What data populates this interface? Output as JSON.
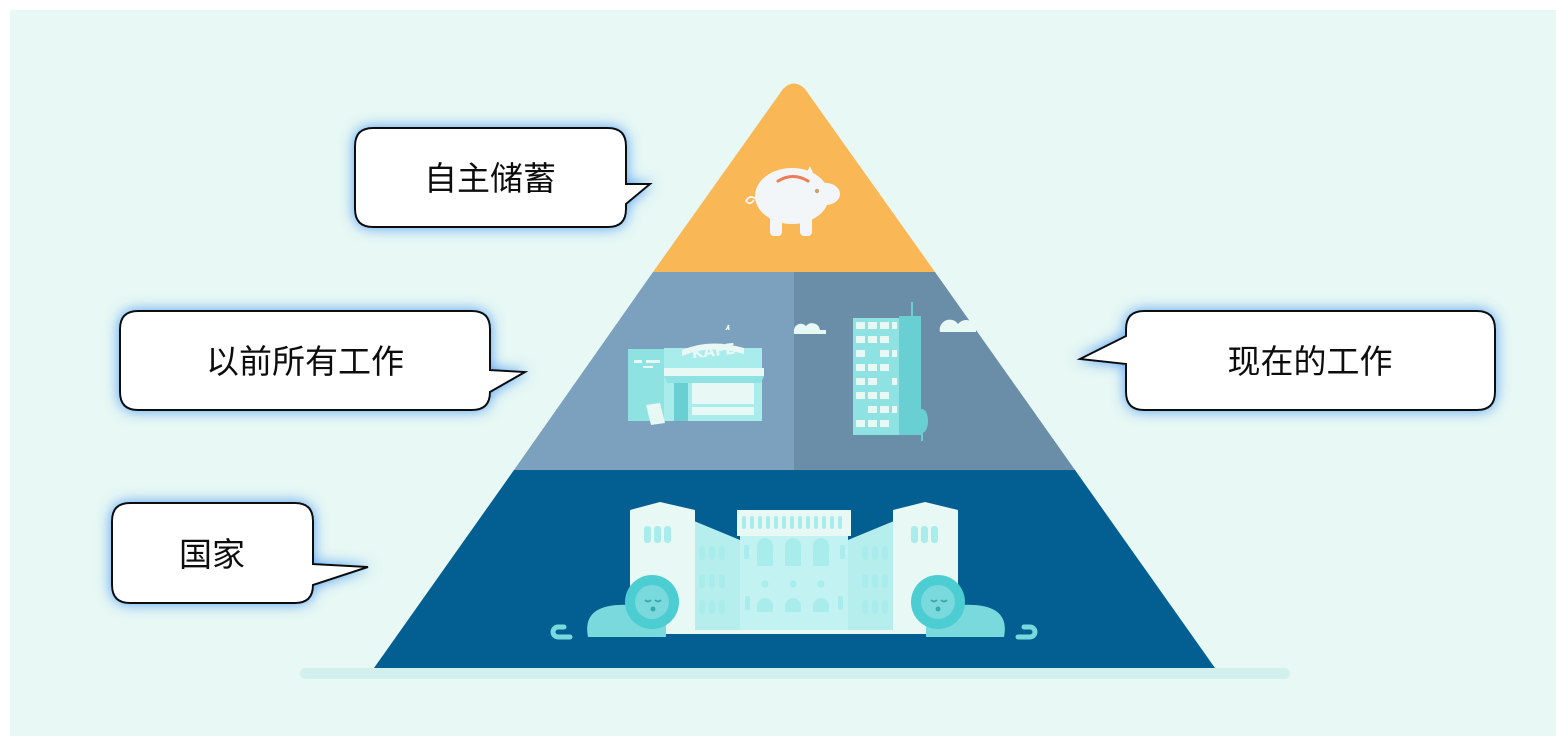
{
  "colors": {
    "background": "#e8f8f4",
    "tier_top": "#f9b755",
    "tier_middle_left": "#7ba1be",
    "tier_middle_right": "#6a8ea8",
    "tier_bottom": "#035f91",
    "illustration": "#a8ecec",
    "bubble_fill": "#ffffff",
    "bubble_glow": "#4d9cf5"
  },
  "icons": {
    "top": "piggy-bank-icon",
    "middle_left": "cafe-storefront-icon",
    "middle_right": "office-tower-icon",
    "bottom": "parliament-with-lions-icon"
  },
  "labels": {
    "top": "自主储蓄",
    "middle_left": "以前所有工作",
    "middle_right": "现在的工作",
    "bottom": "国家"
  },
  "cafe_sign": "KAFE"
}
